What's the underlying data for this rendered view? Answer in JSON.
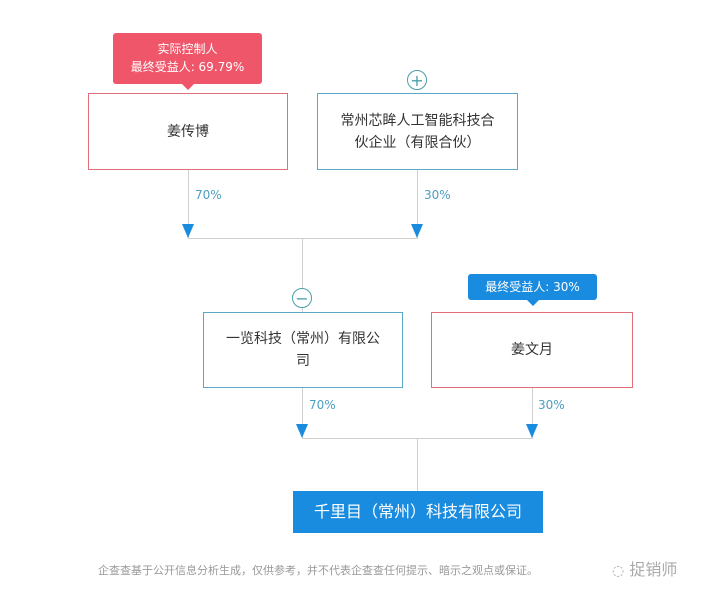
{
  "nodes": {
    "jiang_chuanbo": {
      "name": "姜传博",
      "tag_line1": "实际控制人",
      "tag_line2": "最终受益人: 69.79%"
    },
    "xinmou": {
      "name": "常州芯眸人工智能科技合伙企业（有限合伙）",
      "expand": "+"
    },
    "yilan": {
      "name": "一览科技（常州）有限公司",
      "collapse": "−"
    },
    "jiang_wenyue": {
      "name": "姜文月",
      "tag": "最终受益人: 30%"
    },
    "target": {
      "name": "千里目（常州）科技有限公司"
    }
  },
  "edges": {
    "jcb_to_yilan": "70%",
    "xinmou_to_yilan": "30%",
    "yilan_to_target": "70%",
    "jwy_to_target": "30%"
  },
  "footer": {
    "disclaimer": "企查查基于公开信息分析生成，仅供参考，并不代表企查查任何提示、暗示之观点或保证。",
    "watermark": "捉销师"
  },
  "colors": {
    "red": "#f0566a",
    "blue": "#1a8ce0",
    "border_blue": "#5aa7c8"
  }
}
